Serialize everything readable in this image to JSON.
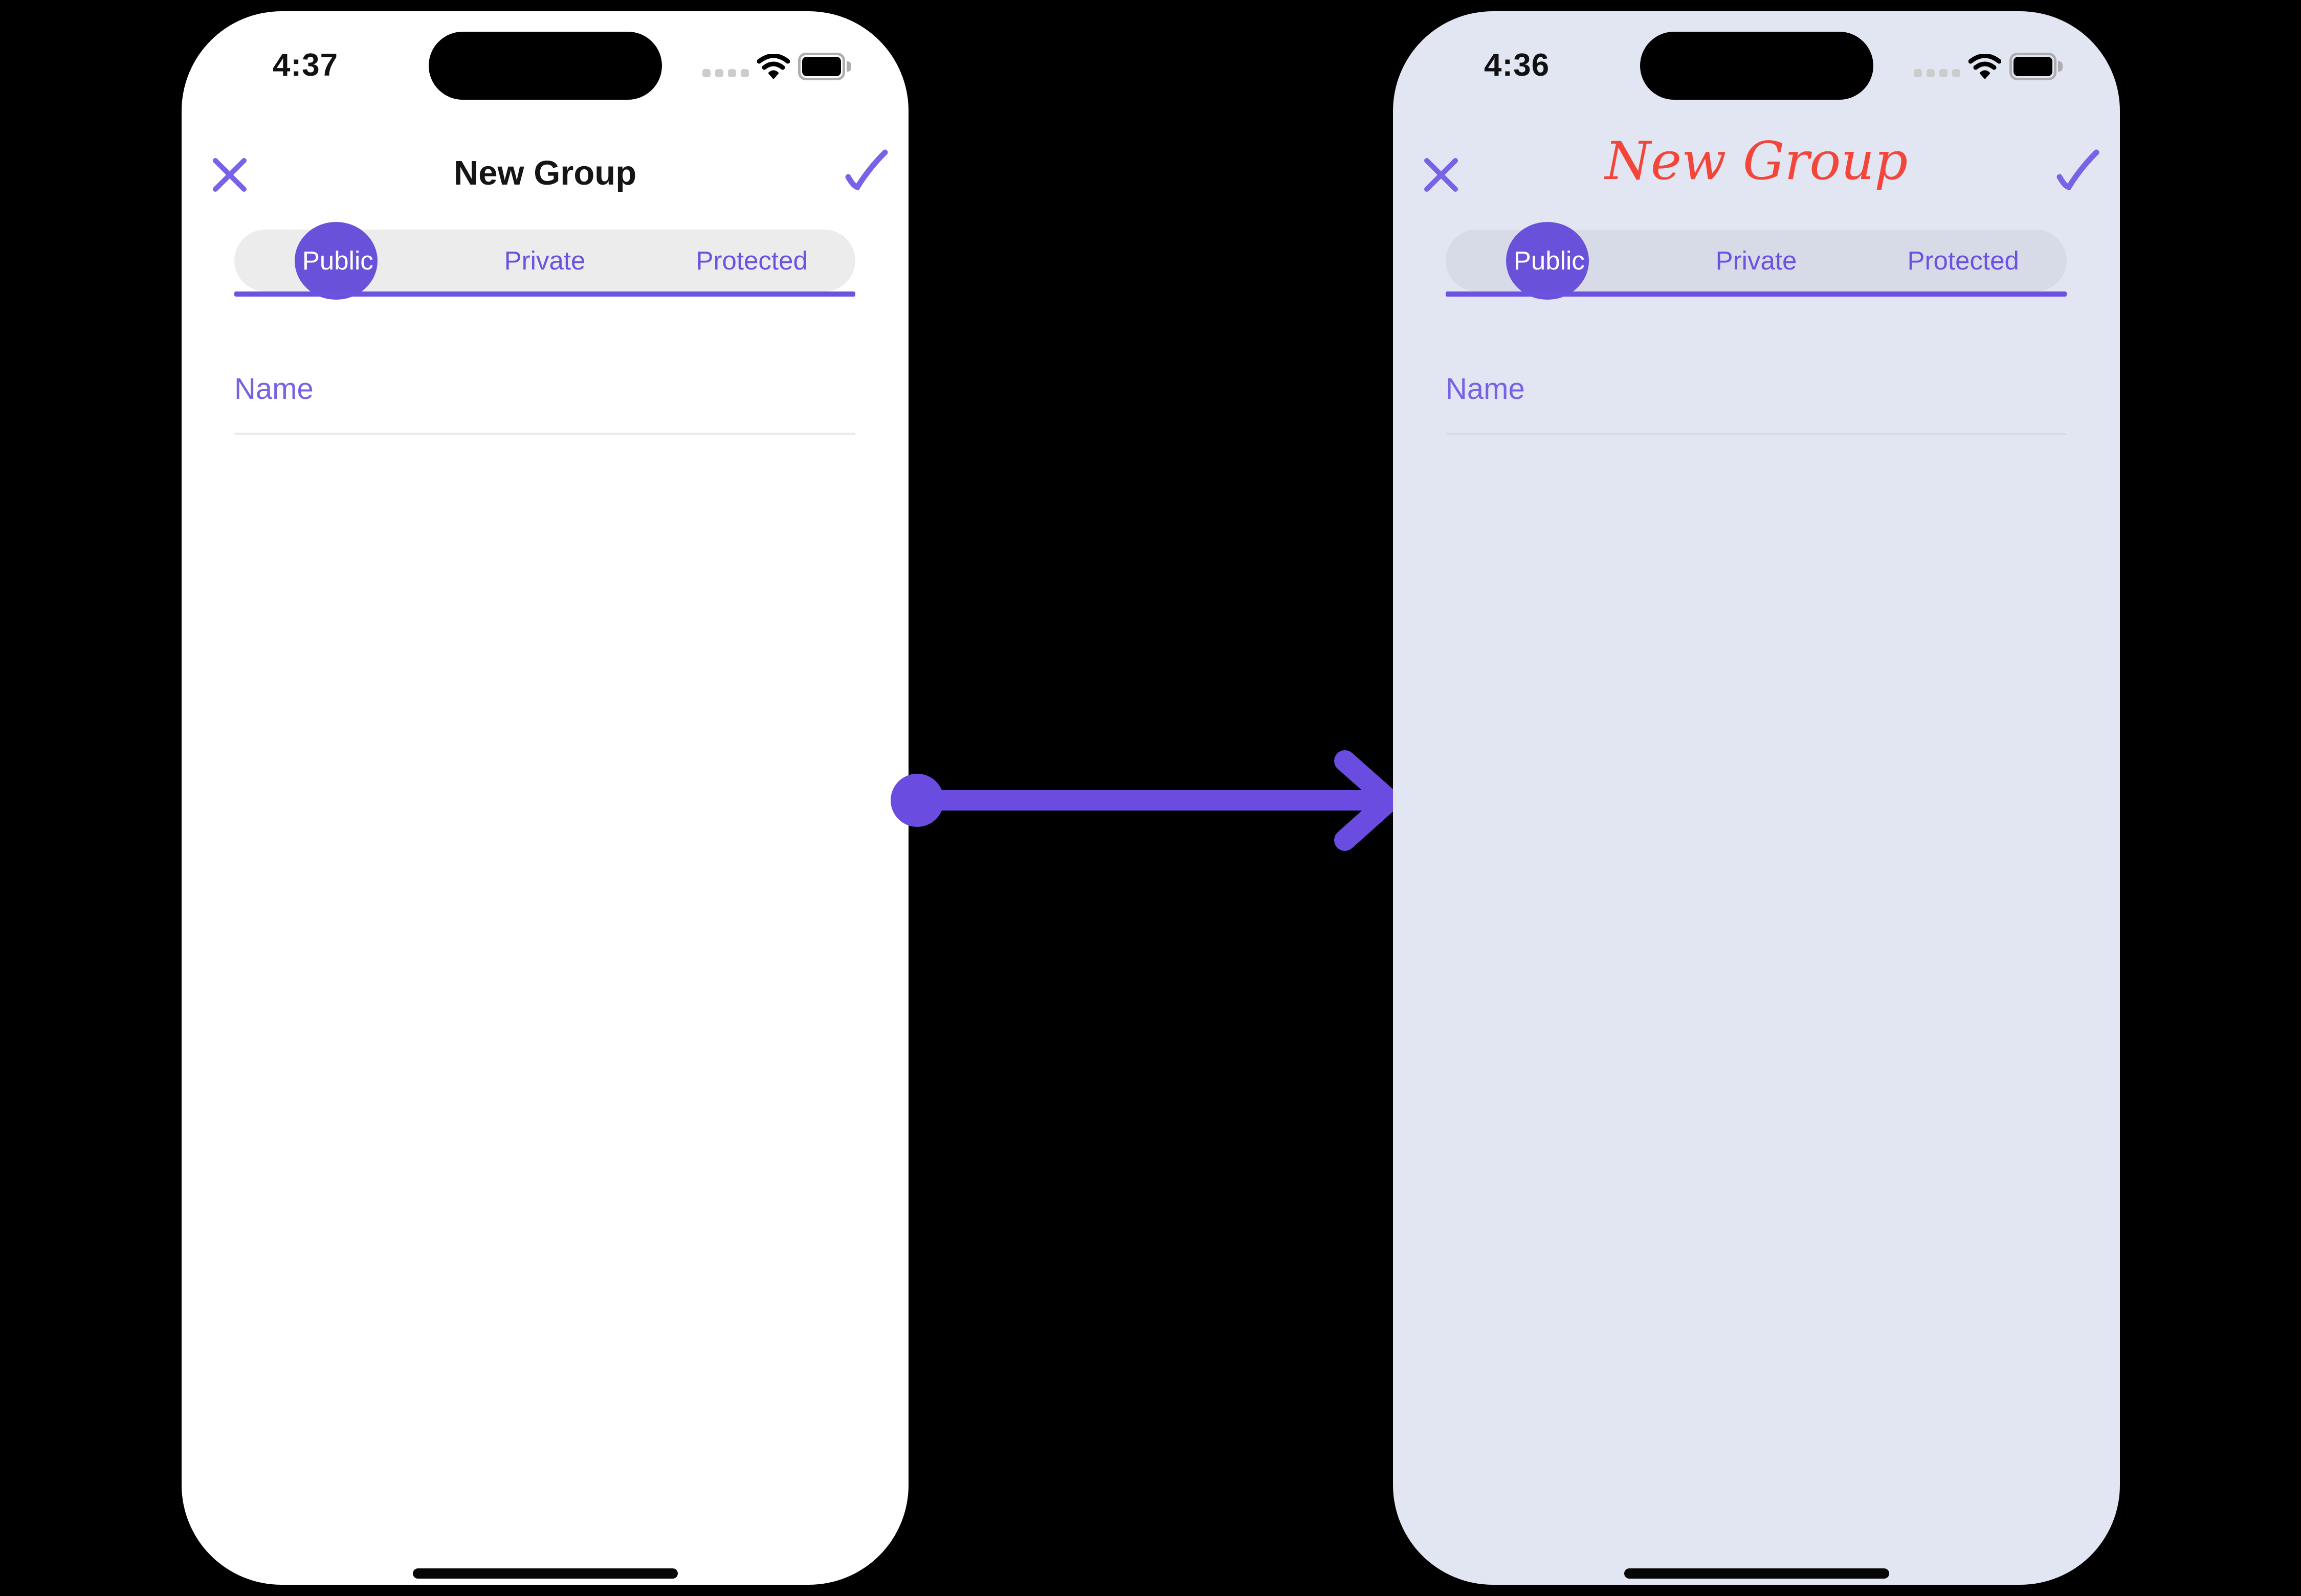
{
  "colors": {
    "canvas": "#000000",
    "accent-purple": "#6C52E0",
    "icon-purple": "#7763E6",
    "selected-circle": "#6A51DA",
    "arrow-purple": "#6A4CE0",
    "title-red": "#F4453A",
    "title-black": "#151515",
    "left-screen": "#FFFFFF",
    "right-screen": "#E2E6F3",
    "left-pill": "#ECECEC",
    "right-pill": "#D7DBE8",
    "field-label": "#7663E3",
    "left-divider": "#EBEBEB",
    "right-divider": "#D8DCE9",
    "status-dot": "#CCCCCC",
    "battery-outline": "#AEAEB2"
  },
  "phones": {
    "left": {
      "status_bar": {
        "time": "4:37",
        "icons": [
          "cellular-signal-icon",
          "wifi-icon",
          "battery-icon"
        ]
      },
      "nav": {
        "title": "New Group",
        "close_icon": "close-icon",
        "confirm_icon": "check-icon"
      },
      "tabs": [
        {
          "label": "Public",
          "selected": true
        },
        {
          "label": "Private",
          "selected": false
        },
        {
          "label": "Protected",
          "selected": false
        }
      ],
      "form": {
        "name_placeholder": "Name"
      }
    },
    "right": {
      "status_bar": {
        "time": "4:36",
        "icons": [
          "cellular-signal-icon",
          "wifi-icon",
          "battery-icon"
        ]
      },
      "nav": {
        "title": "New Group",
        "title_style": "cursive-red",
        "close_icon": "close-icon",
        "confirm_icon": "check-icon"
      },
      "tabs": [
        {
          "label": "Public",
          "selected": true
        },
        {
          "label": "Private",
          "selected": false
        },
        {
          "label": "Protected",
          "selected": false
        }
      ],
      "form": {
        "name_placeholder": "Name"
      }
    }
  },
  "connector": {
    "icon": "arrow-right-icon",
    "direction": "left-to-right"
  }
}
